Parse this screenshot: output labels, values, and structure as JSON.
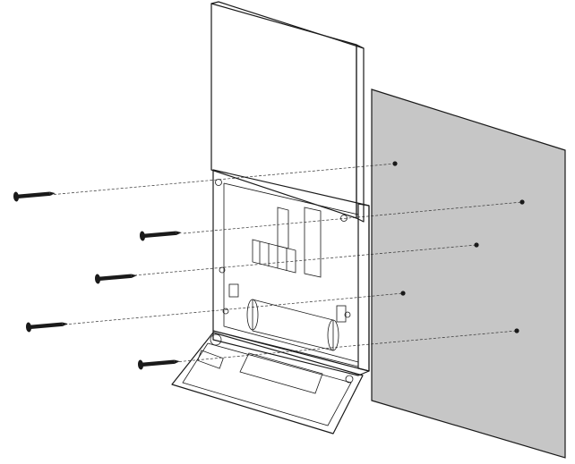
{
  "diagram": {
    "colors": {
      "line": "#1a1a1a",
      "wall": "#c6c6c6",
      "housing": "#ffffff",
      "screw": "#1a1a1a",
      "component": "#e6e6e6"
    },
    "screw_count": 5,
    "wall_hole_count": 5,
    "parts": [
      "front-cover",
      "base-housing",
      "hinged-door",
      "mounting-wall",
      "mounting-screws"
    ]
  }
}
